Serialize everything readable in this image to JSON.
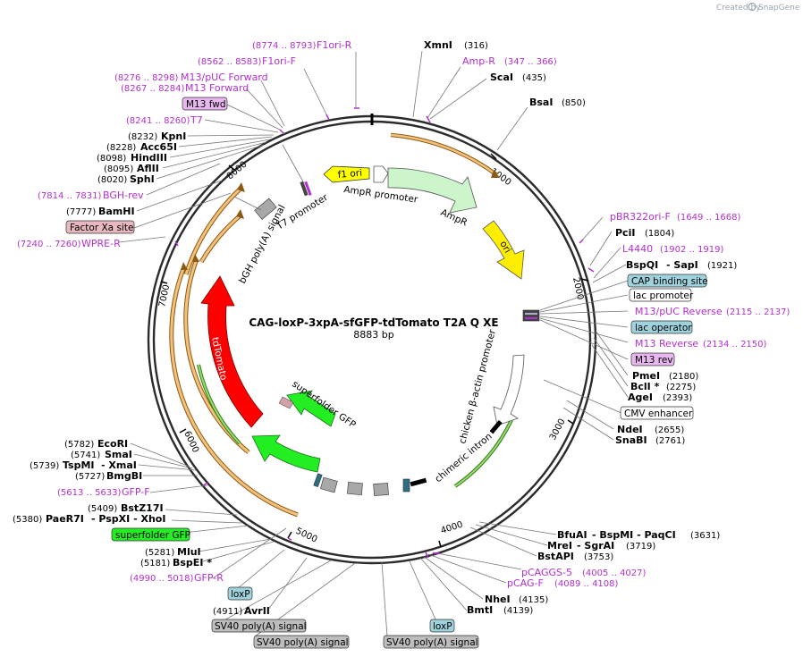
{
  "brand": {
    "created_by": "Created by",
    "app": "SnapGene"
  },
  "title": "CAG-loxP-3xpA-sfGFP-tdTomato T2A Q XE",
  "size_label": "8883 bp",
  "ticks": [
    "1000",
    "2000",
    "3000",
    "4000",
    "5000",
    "6000",
    "7000",
    "8000"
  ],
  "enzymes": [
    {
      "name": "XmnI",
      "pos": "(316)"
    },
    {
      "name": "ScaI",
      "pos": "(435)"
    },
    {
      "name": "BsaI",
      "pos": "(850)"
    },
    {
      "name": "PciI",
      "pos": "(1804)"
    },
    {
      "name": "BspQI",
      "sep": "- SapI",
      "pos": "(1921)"
    },
    {
      "name": "PmeI",
      "pos": "(2180)"
    },
    {
      "name": "BclI *",
      "pos": "(2275)"
    },
    {
      "name": "AgeI",
      "pos": "(2393)"
    },
    {
      "name": "NdeI",
      "pos": "(2655)"
    },
    {
      "name": "SnaBI",
      "pos": "(2761)"
    },
    {
      "name": "BfuAI",
      "sep": "- BspMI - PaqCI",
      "pos": "(3631)"
    },
    {
      "name": "MreI",
      "sep": "- SgrAI",
      "pos": "(3719)"
    },
    {
      "name": "BstAPI",
      "pos": "(3753)"
    },
    {
      "name": "NheI",
      "pos": "(4135)"
    },
    {
      "name": "BmtI",
      "pos": "(4139)"
    },
    {
      "name": "AvrII",
      "pos": "(4911)"
    },
    {
      "name": "BspEI *",
      "pos": "(5181)"
    },
    {
      "name": "MluI",
      "pos": "(5281)"
    },
    {
      "name": "BstZ17I",
      "pos": "(5409)"
    },
    {
      "name": "PaeR7I",
      "sep": "- PspXI - XhoI",
      "pos": "(5380)"
    },
    {
      "name": "BmgBI",
      "pos": "(5727)"
    },
    {
      "name": "TspMI",
      "sep": "- XmaI",
      "pos": "(5739)"
    },
    {
      "name": "SmaI",
      "pos": "(5741)"
    },
    {
      "name": "EcoRI",
      "pos": "(5782)"
    },
    {
      "name": "BamHI",
      "pos": "(7777)"
    },
    {
      "name": "SphI",
      "pos": "(8020)"
    },
    {
      "name": "AflII",
      "pos": "(8095)"
    },
    {
      "name": "HindIII",
      "pos": "(8098)"
    },
    {
      "name": "Acc65I",
      "pos": "(8228)"
    },
    {
      "name": "KpnI",
      "pos": "(8232)"
    }
  ],
  "primers": [
    {
      "name": "F1ori-R",
      "pos": "(8774 .. 8793)"
    },
    {
      "name": "F1ori-F",
      "pos": "(8562 .. 8583)"
    },
    {
      "name": "M13/pUC Forward",
      "pos": "(8276 .. 8298)"
    },
    {
      "name": "M13 Forward",
      "pos": "(8267 .. 8284)"
    },
    {
      "name": "T7",
      "pos": "(8241 .. 8260)"
    },
    {
      "name": "BGH-rev",
      "pos": "(7814 .. 7831)"
    },
    {
      "name": "WPRE-R",
      "pos": "(7240 .. 7260)"
    },
    {
      "name": "Amp-R",
      "pos": "(347 .. 366)"
    },
    {
      "name": "pBR322ori-F",
      "pos": "(1649 .. 1668)"
    },
    {
      "name": "L4440",
      "pos": "(1902 .. 1919)"
    },
    {
      "name": "M13/pUC Reverse",
      "pos": "(2115 .. 2137)"
    },
    {
      "name": "M13 Reverse",
      "pos": "(2134 .. 2150)"
    },
    {
      "name": "pCAGGS-5",
      "pos": "(4005 .. 4027)"
    },
    {
      "name": "pCAG-F",
      "pos": "(4089 .. 4108)"
    },
    {
      "name": "GFP-F",
      "pos": "(5613 .. 5633)"
    },
    {
      "name": "GFP-R",
      "pos": "(4990 .. 5018)"
    }
  ],
  "boxes": {
    "m13fwd": "M13 fwd",
    "factorxa": "Factor Xa site",
    "cap": "CAP binding site",
    "lacprom": "lac promoter",
    "lacop": "lac operator",
    "m13rev": "M13 rev",
    "cmv": "CMV enhancer",
    "sfgfp": "superfolder GFP",
    "loxp1": "loxP",
    "loxp2": "loxP",
    "sv40a": "SV40 poly(A) signal",
    "sv40b": "SV40 poly(A) signal",
    "sv40c": "SV40 poly(A) signal"
  },
  "features": {
    "f1ori": "f1 ori",
    "amprprom": "AmpR promoter",
    "ampr": "AmpR",
    "ori": "ori",
    "t7prom": "T7 promoter",
    "bgh": "bGH poly(A) signal",
    "tdtomato": "tdTomato",
    "sfgfp": "superfolder GFP",
    "cba": "chicken β-actin promoter",
    "intron": "chimeric intron"
  },
  "colors": {
    "backbone": "#2b2b2b",
    "primer": "#b22fd0",
    "f1ori": "#ffff00",
    "ampr": "#ccf5cc",
    "ori": "#ffee00",
    "tdtomato": "#ff0000",
    "sfgfp": "#22ee22",
    "orf": "#f5c07a",
    "grey": "#a8a8a8",
    "teal": "#2c6e80"
  }
}
